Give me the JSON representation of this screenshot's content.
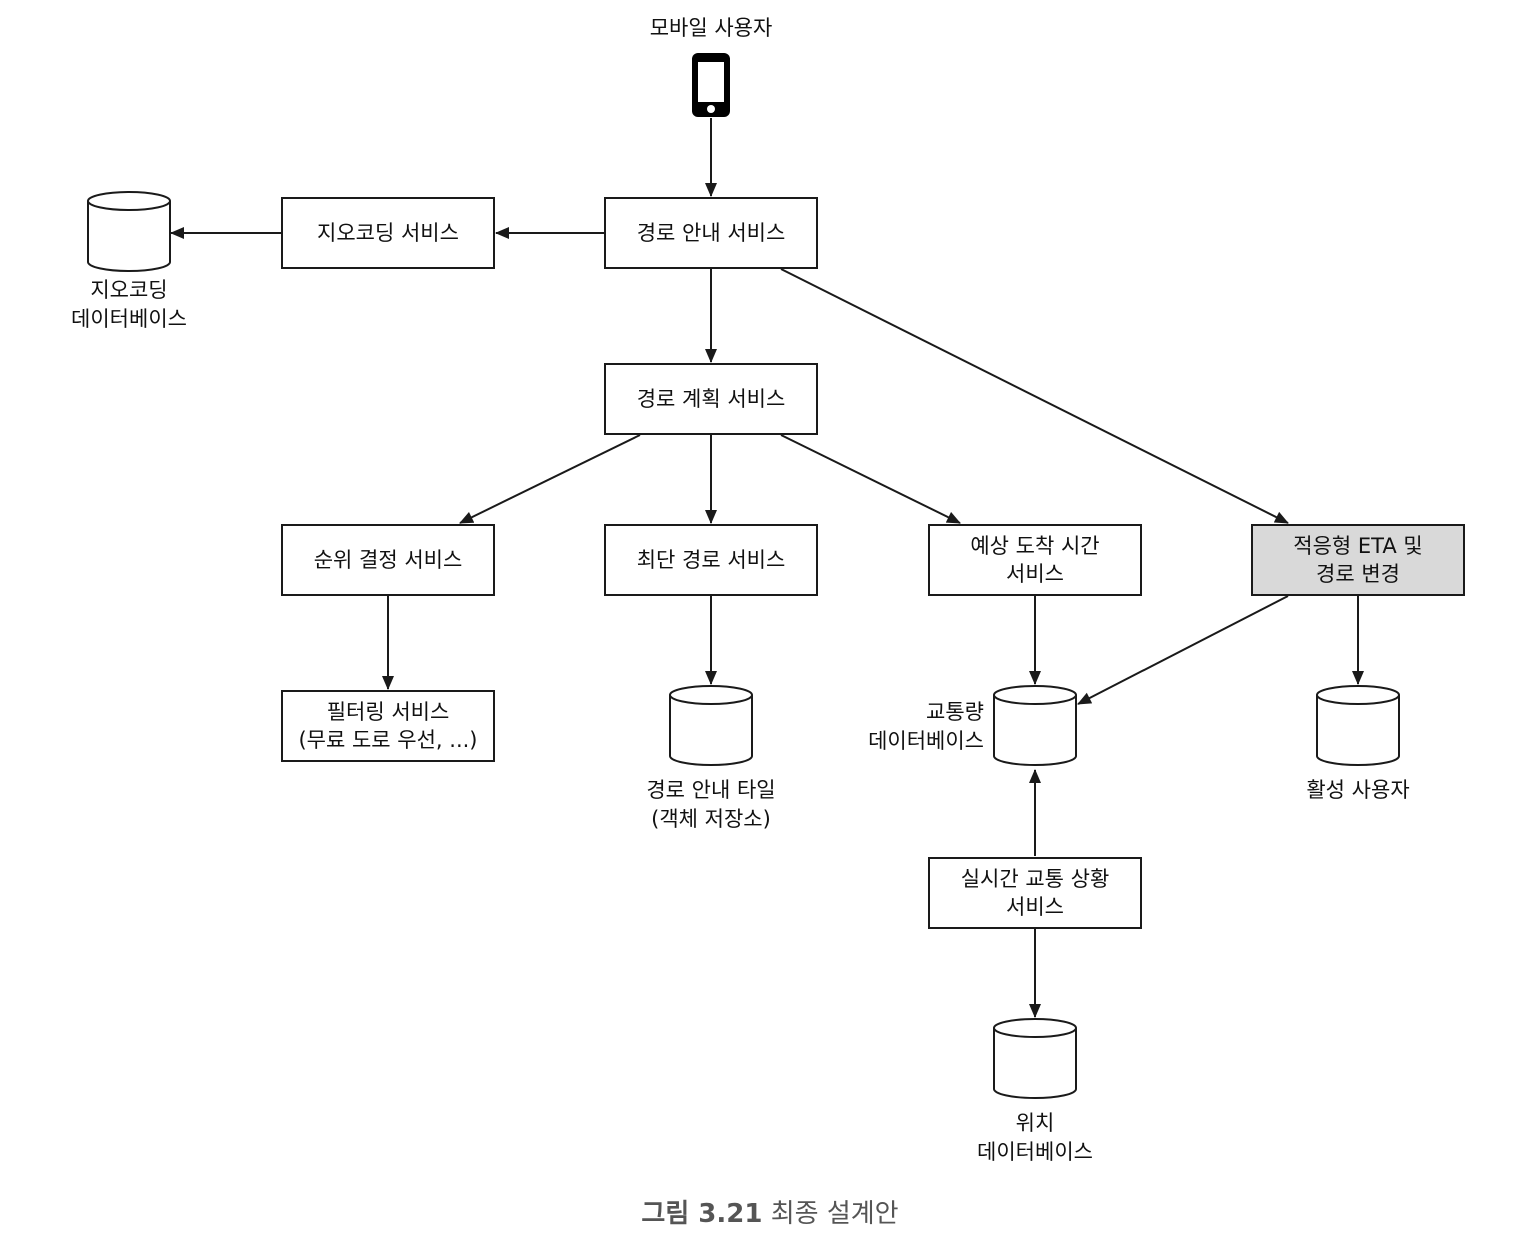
{
  "diagram": {
    "mobile_user": "모바일 사용자",
    "services": {
      "routing": "경로 안내 서비스",
      "geocoding": "지오코딩 서비스",
      "route_planner": "경로 계획 서비스",
      "ranker": [
        "순위 결정 서비스"
      ],
      "shortest_path": "최단 경로 서비스",
      "eta": [
        "예상 도착 시간",
        "서비스"
      ],
      "adaptive_eta": [
        "적응형 ETA 및",
        "경로 변경"
      ],
      "filter": [
        "필터링 서비스",
        "(무료 도로 우선, ...)"
      ],
      "realtime_traffic": [
        "실시간 교통 상황",
        "서비스"
      ]
    },
    "databases": {
      "geocoding_db": [
        "지오코딩",
        "데이터베이스"
      ],
      "routing_tiles": [
        "경로 안내 타일",
        "(객체 저장소)"
      ],
      "traffic_db": [
        "교통량",
        "데이터베이스"
      ],
      "active_users": [
        "활성 사용자"
      ],
      "location_db": [
        "위치",
        "데이터베이스"
      ]
    }
  },
  "caption": {
    "figure_number": "그림 3.21",
    "title": "최종 설계안"
  },
  "colors": {
    "line": "#1a1a1a",
    "highlight_box": "#d9d9d9",
    "caption_text": "#555555"
  }
}
